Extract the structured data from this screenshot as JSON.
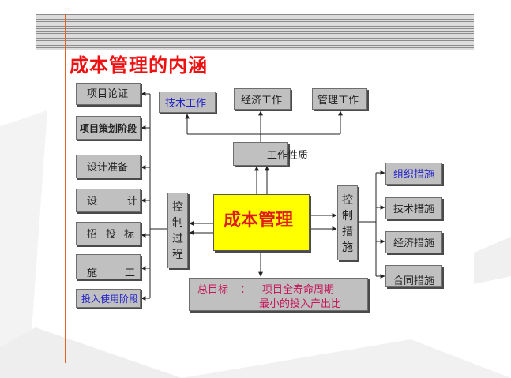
{
  "title": "成本管理的内涵",
  "core": "成本管理",
  "nature": "工作性质",
  "work_types": [
    "技术工作",
    "经济工作",
    "管理工作"
  ],
  "control_process": [
    "控",
    "制",
    "过",
    "程"
  ],
  "control_measures": [
    "控",
    "制",
    "措",
    "施"
  ],
  "stages": [
    "项目论证",
    "项目策划阶段",
    "设计准备",
    "设",
    "计",
    "招",
    "投",
    "标",
    "施",
    "工",
    "投入使用阶段"
  ],
  "measures": [
    "组织措施",
    "技术措施",
    "经济措施",
    "合同措施"
  ],
  "goal": {
    "label": "总目标",
    "colon": "：",
    "line1": "项目全寿命周期",
    "line2": "最小的投入产出比"
  },
  "colors": {
    "title": "#ee1111",
    "core_fill": "#ffff00",
    "core_text": "#e01b1b",
    "box_fill": "#c0c0c0",
    "accent_line": "#e8611f",
    "blue_text": "#2222cc",
    "goal_text": "#c5175a"
  }
}
